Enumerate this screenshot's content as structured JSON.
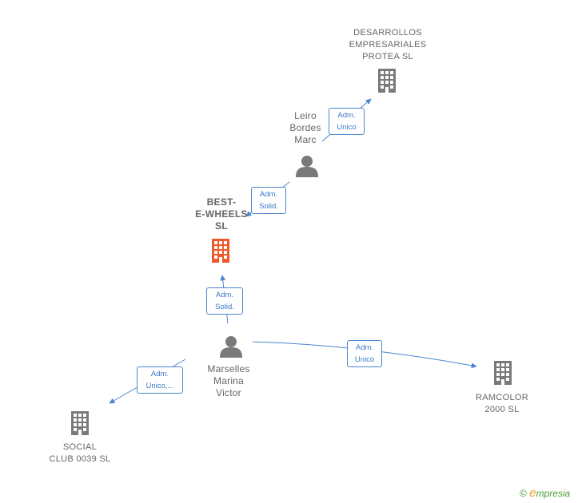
{
  "nodes": {
    "desarrollos": {
      "label": "DESARROLLOS\nEMPRESARIALES\nPROTEA SL",
      "kind": "company"
    },
    "leiro": {
      "label": "Leiro\nBordes\nMarc",
      "kind": "person"
    },
    "best": {
      "label": "BEST-\nE-WHEELS\nSL",
      "kind": "company-focus"
    },
    "marselles": {
      "label": "Marselles\nMarina\nVictor",
      "kind": "person"
    },
    "social": {
      "label": "SOCIAL\nCLUB 0039  SL",
      "kind": "company"
    },
    "ramcolor": {
      "label": "RAMCOLOR\n2000  SL",
      "kind": "company"
    }
  },
  "edges": {
    "leiro_desarrollos": "Adm.\nUnico",
    "leiro_best": "Adm.\nSolid.",
    "marselles_best": "Adm.\nSolid.",
    "marselles_social": "Adm.\nUnico,...",
    "marselles_ramcolor": "Adm.\nUnico"
  },
  "brand": {
    "copyright": "©",
    "name": "mpresia",
    "initial": "e"
  },
  "colors": {
    "edge": "#4a86cf",
    "company": "#7a7a7a",
    "focus": "#f0582b",
    "person": "#7a7a7a"
  }
}
